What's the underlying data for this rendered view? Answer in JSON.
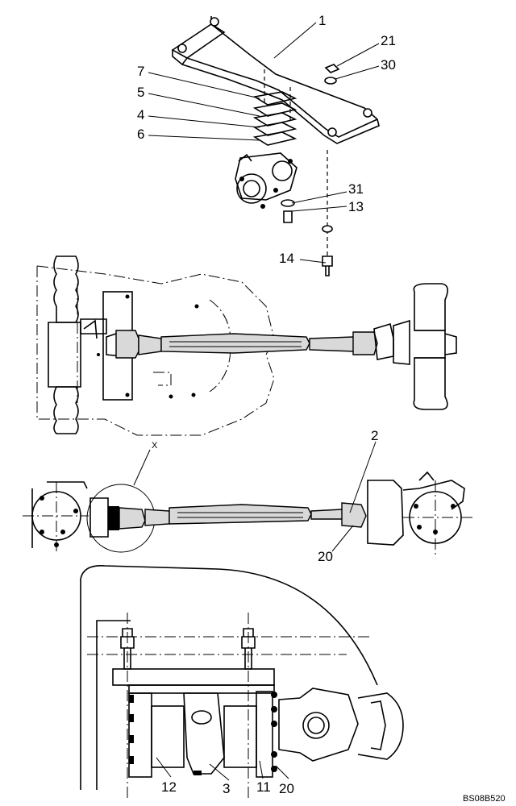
{
  "callouts": {
    "c1": "1",
    "c21": "21",
    "c30": "30",
    "c7": "7",
    "c5": "5",
    "c4": "4",
    "c6": "6",
    "c31": "31",
    "c13": "13",
    "c14": "14",
    "c2": "2",
    "c20a": "20",
    "cX": "X",
    "c12": "12",
    "c3": "3",
    "c11": "11",
    "c20b": "20"
  },
  "reference_code": "BS08B520"
}
